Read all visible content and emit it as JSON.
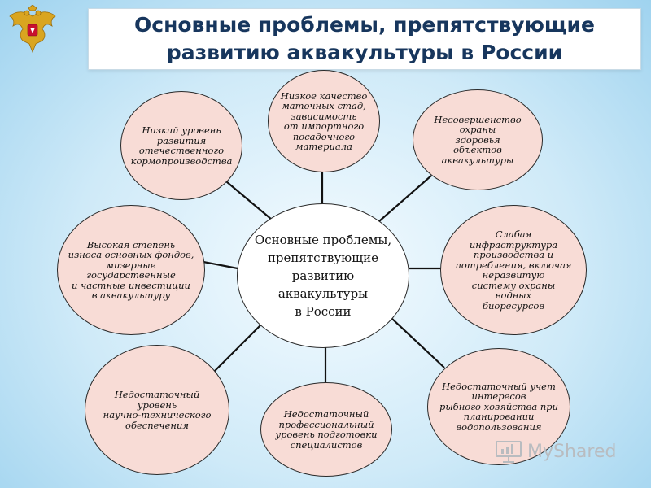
{
  "title": "Основные проблемы, препятствующие\nразвитию аквакультуры в России",
  "center": "Основные проблемы,\nпрепятствующие\nразвитию\nаквакультуры\nв России",
  "nodes": {
    "top_left": "Низкий уровень\nразвития\nотечественного\nкормопроизводства",
    "top": "Низкое качество\nматочных стад,\nзависимость\nот импортного\nпосадочного\nматериала",
    "top_right": "Несовершенство\nохраны\nздоровья\nобъектов\nаквакультуры",
    "left": "Высокая степень\nизноса основных фондов,\nмизерные\nгосударственные\nи частные инвестиции\nв аквакультуру",
    "right": "Слабая\nинфраструктура\nпроизводства и\nпотребления, включая\nнеразвитую\nсистему охраны\nводных\nбиоресурсов",
    "bottom_left": "Недостаточный\nуровень\nнаучно-технического\nобеспечения",
    "bottom": "Недостаточный\nпрофессиональный\nуровень подготовки\nспециалистов",
    "bottom_right": "Недостаточный учет\nинтересов\nрыбного хозяйства при\nпланировании\nводопользования"
  },
  "watermark": "MyShared",
  "emblem_icon": "double-headed-eagle-icon",
  "colors": {
    "node_fill": "#f8dcd6",
    "title_text": "#17365d",
    "connector": "#111111"
  }
}
